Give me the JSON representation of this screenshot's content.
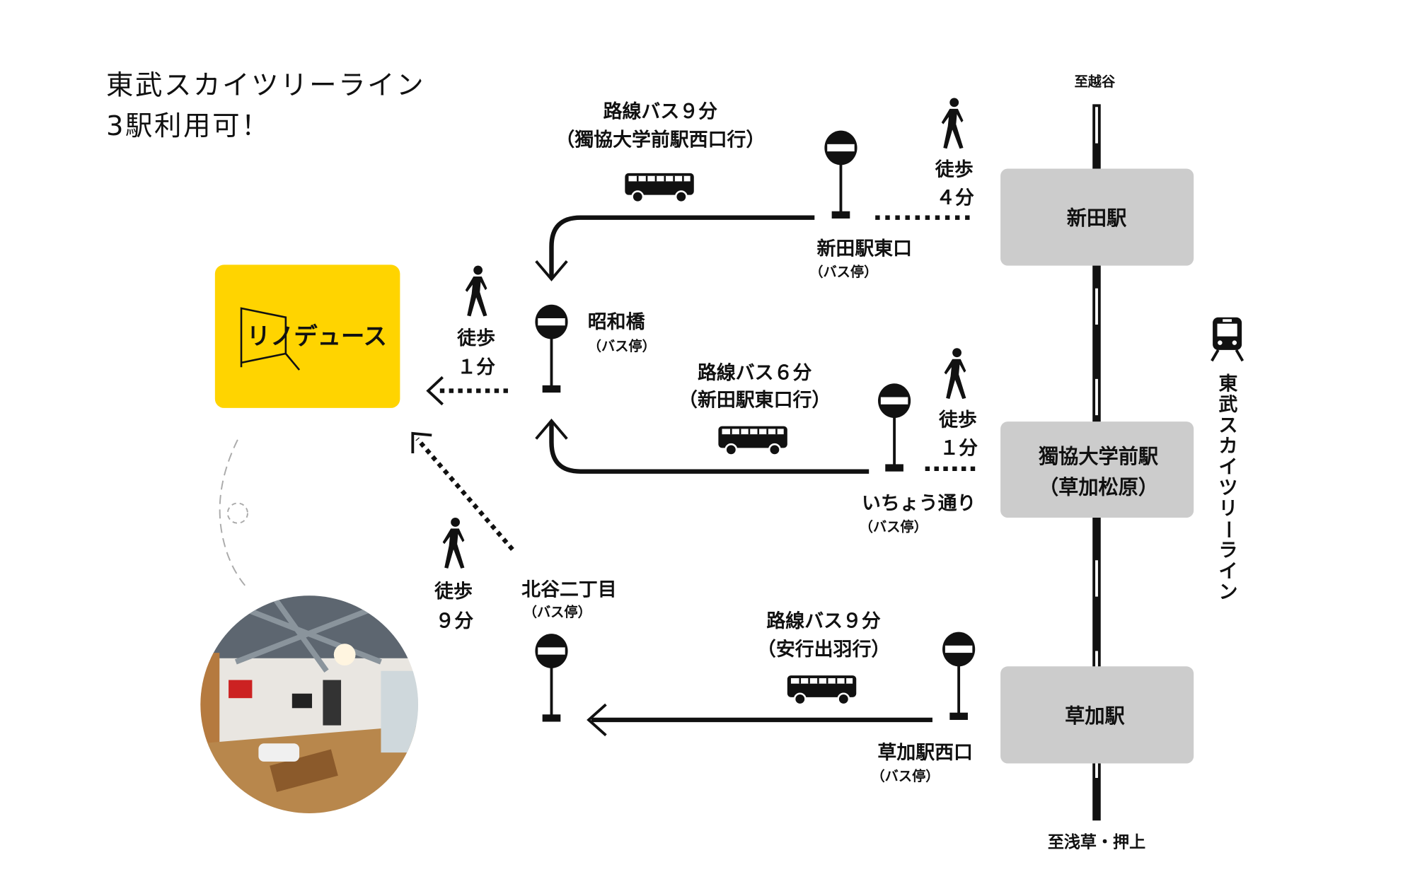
{
  "title": {
    "line1": "東武スカイツリーライン",
    "line2": "3駅利用可！"
  },
  "brand": {
    "logo_text": "リノデュース",
    "color": "#FFD400"
  },
  "railway": {
    "name_vertical": [
      "東",
      "武",
      "ス",
      "カ",
      "イ",
      "ツ",
      "リ",
      "ー",
      "ラ",
      "イ",
      "ン"
    ],
    "to_north": "至越谷",
    "to_south": "至浅草・押上",
    "stations": [
      {
        "name": "新田駅"
      },
      {
        "name": "獨協大学前駅",
        "sub": "（草加松原）"
      },
      {
        "name": "草加駅"
      }
    ]
  },
  "bus_stop_suffix": "（バス停）",
  "stops": {
    "shinden_east": "新田駅東口",
    "showabashi": "昭和橋",
    "icho": "いちょう通り",
    "kitaya": "北谷二丁目",
    "soka_west": "草加駅西口"
  },
  "routes": {
    "top": {
      "line1": "路線バス９分",
      "line2": "（獨協大学前駅西口行）"
    },
    "middle": {
      "line1": "路線バス６分",
      "line2": "（新田駅東口行）"
    },
    "bottom": {
      "line1": "路線バス９分",
      "line2": "（安行出羽行）"
    }
  },
  "walks": {
    "shinden": {
      "label": "徒歩",
      "time": "４分"
    },
    "dokkyo": {
      "label": "徒歩",
      "time": "１分"
    },
    "showabashi": {
      "label": "徒歩",
      "time": "１分"
    },
    "kitaya": {
      "label": "徒歩",
      "time": "９分"
    }
  }
}
